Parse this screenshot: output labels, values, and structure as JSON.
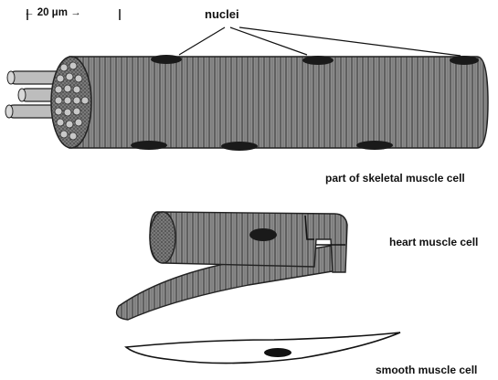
{
  "labels": {
    "scale_bar": "← 20 μm →",
    "nuclei": "nuclei",
    "skeletal": "part of skeletal muscle cell",
    "heart": "heart muscle cell",
    "smooth": "smooth muscle cell"
  },
  "colors": {
    "fiber_fill": "#8a8a8a",
    "fiber_dark": "#4a4a4a",
    "striation": "#5e5e5e",
    "nucleus": "#1a1a1a",
    "ink": "#111111"
  }
}
